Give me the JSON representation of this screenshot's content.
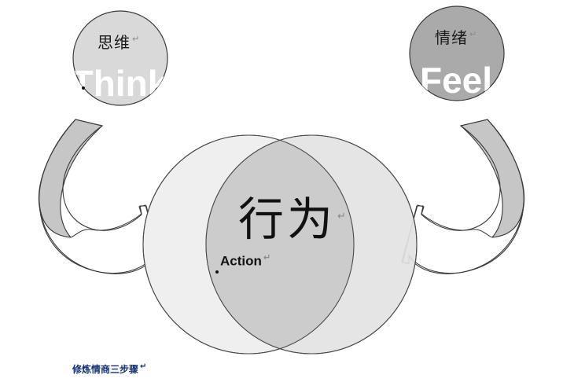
{
  "diagram": {
    "title_caption": "修炼情商三步骤",
    "paragraph_mark": "↵",
    "nodes": {
      "thinking": {
        "label": "思维",
        "sub_label": "Think",
        "fill": "#d9d9d9",
        "stroke": "#3a3a3a"
      },
      "emotion": {
        "label": "情绪",
        "sub_label": "Feel",
        "fill": "#aaaaaa",
        "stroke": "#3a3a3a"
      },
      "behavior": {
        "label": "行为",
        "sub_label": "Action",
        "left_circle_fill": "#efefef",
        "right_circle_fill": "#e3e3e3",
        "overlap_fill": "#cccccc",
        "stroke": "#4a4a4a"
      }
    },
    "arrows": {
      "left": {
        "name": "curved-arrow-left",
        "tail_fill": "#c6c6c6",
        "head_fill": "#ffffff",
        "stroke": "#3a3a3a"
      },
      "right": {
        "name": "curved-arrow-right",
        "tail_fill": "#c6c6c6",
        "head_fill": "#ffffff",
        "stroke": "#3a3a3a"
      }
    },
    "colors": {
      "background": "#ffffff",
      "caption_text": "#14307a",
      "body_text": "#111111"
    }
  }
}
